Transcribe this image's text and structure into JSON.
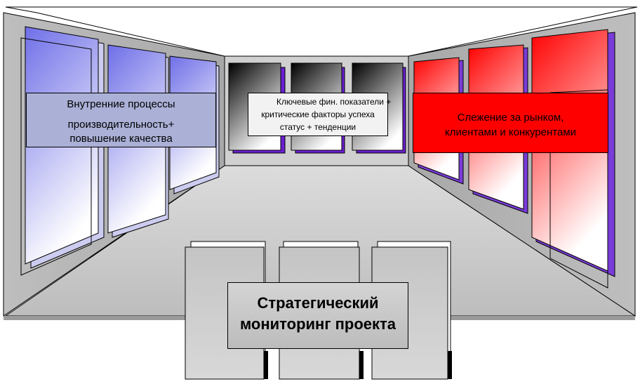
{
  "labels": {
    "internal": {
      "line1": "Внутренние процессы",
      "line2": "производительность+",
      "line3": "повышение качества"
    },
    "fin": {
      "line1": "Ключевые фин. показатели +",
      "line2": "критические факторы успеха",
      "line3": "статус + тенденции"
    },
    "market": {
      "line1": "Слежение за рынком,",
      "line2": "клиентами и конкурентами"
    },
    "strategic": {
      "line1": "Стратегический",
      "line2": "мониторинг проекта"
    }
  },
  "colors": {
    "left_wall_panels": "#8c8cf0",
    "right_wall_panels": "#ff0000",
    "back_wall_panels": "#000000",
    "panel_shadow": "#6a1fd0",
    "floor": "#c8c8c8",
    "walls": "#b8b8b8",
    "table": "#c0c0c0"
  }
}
